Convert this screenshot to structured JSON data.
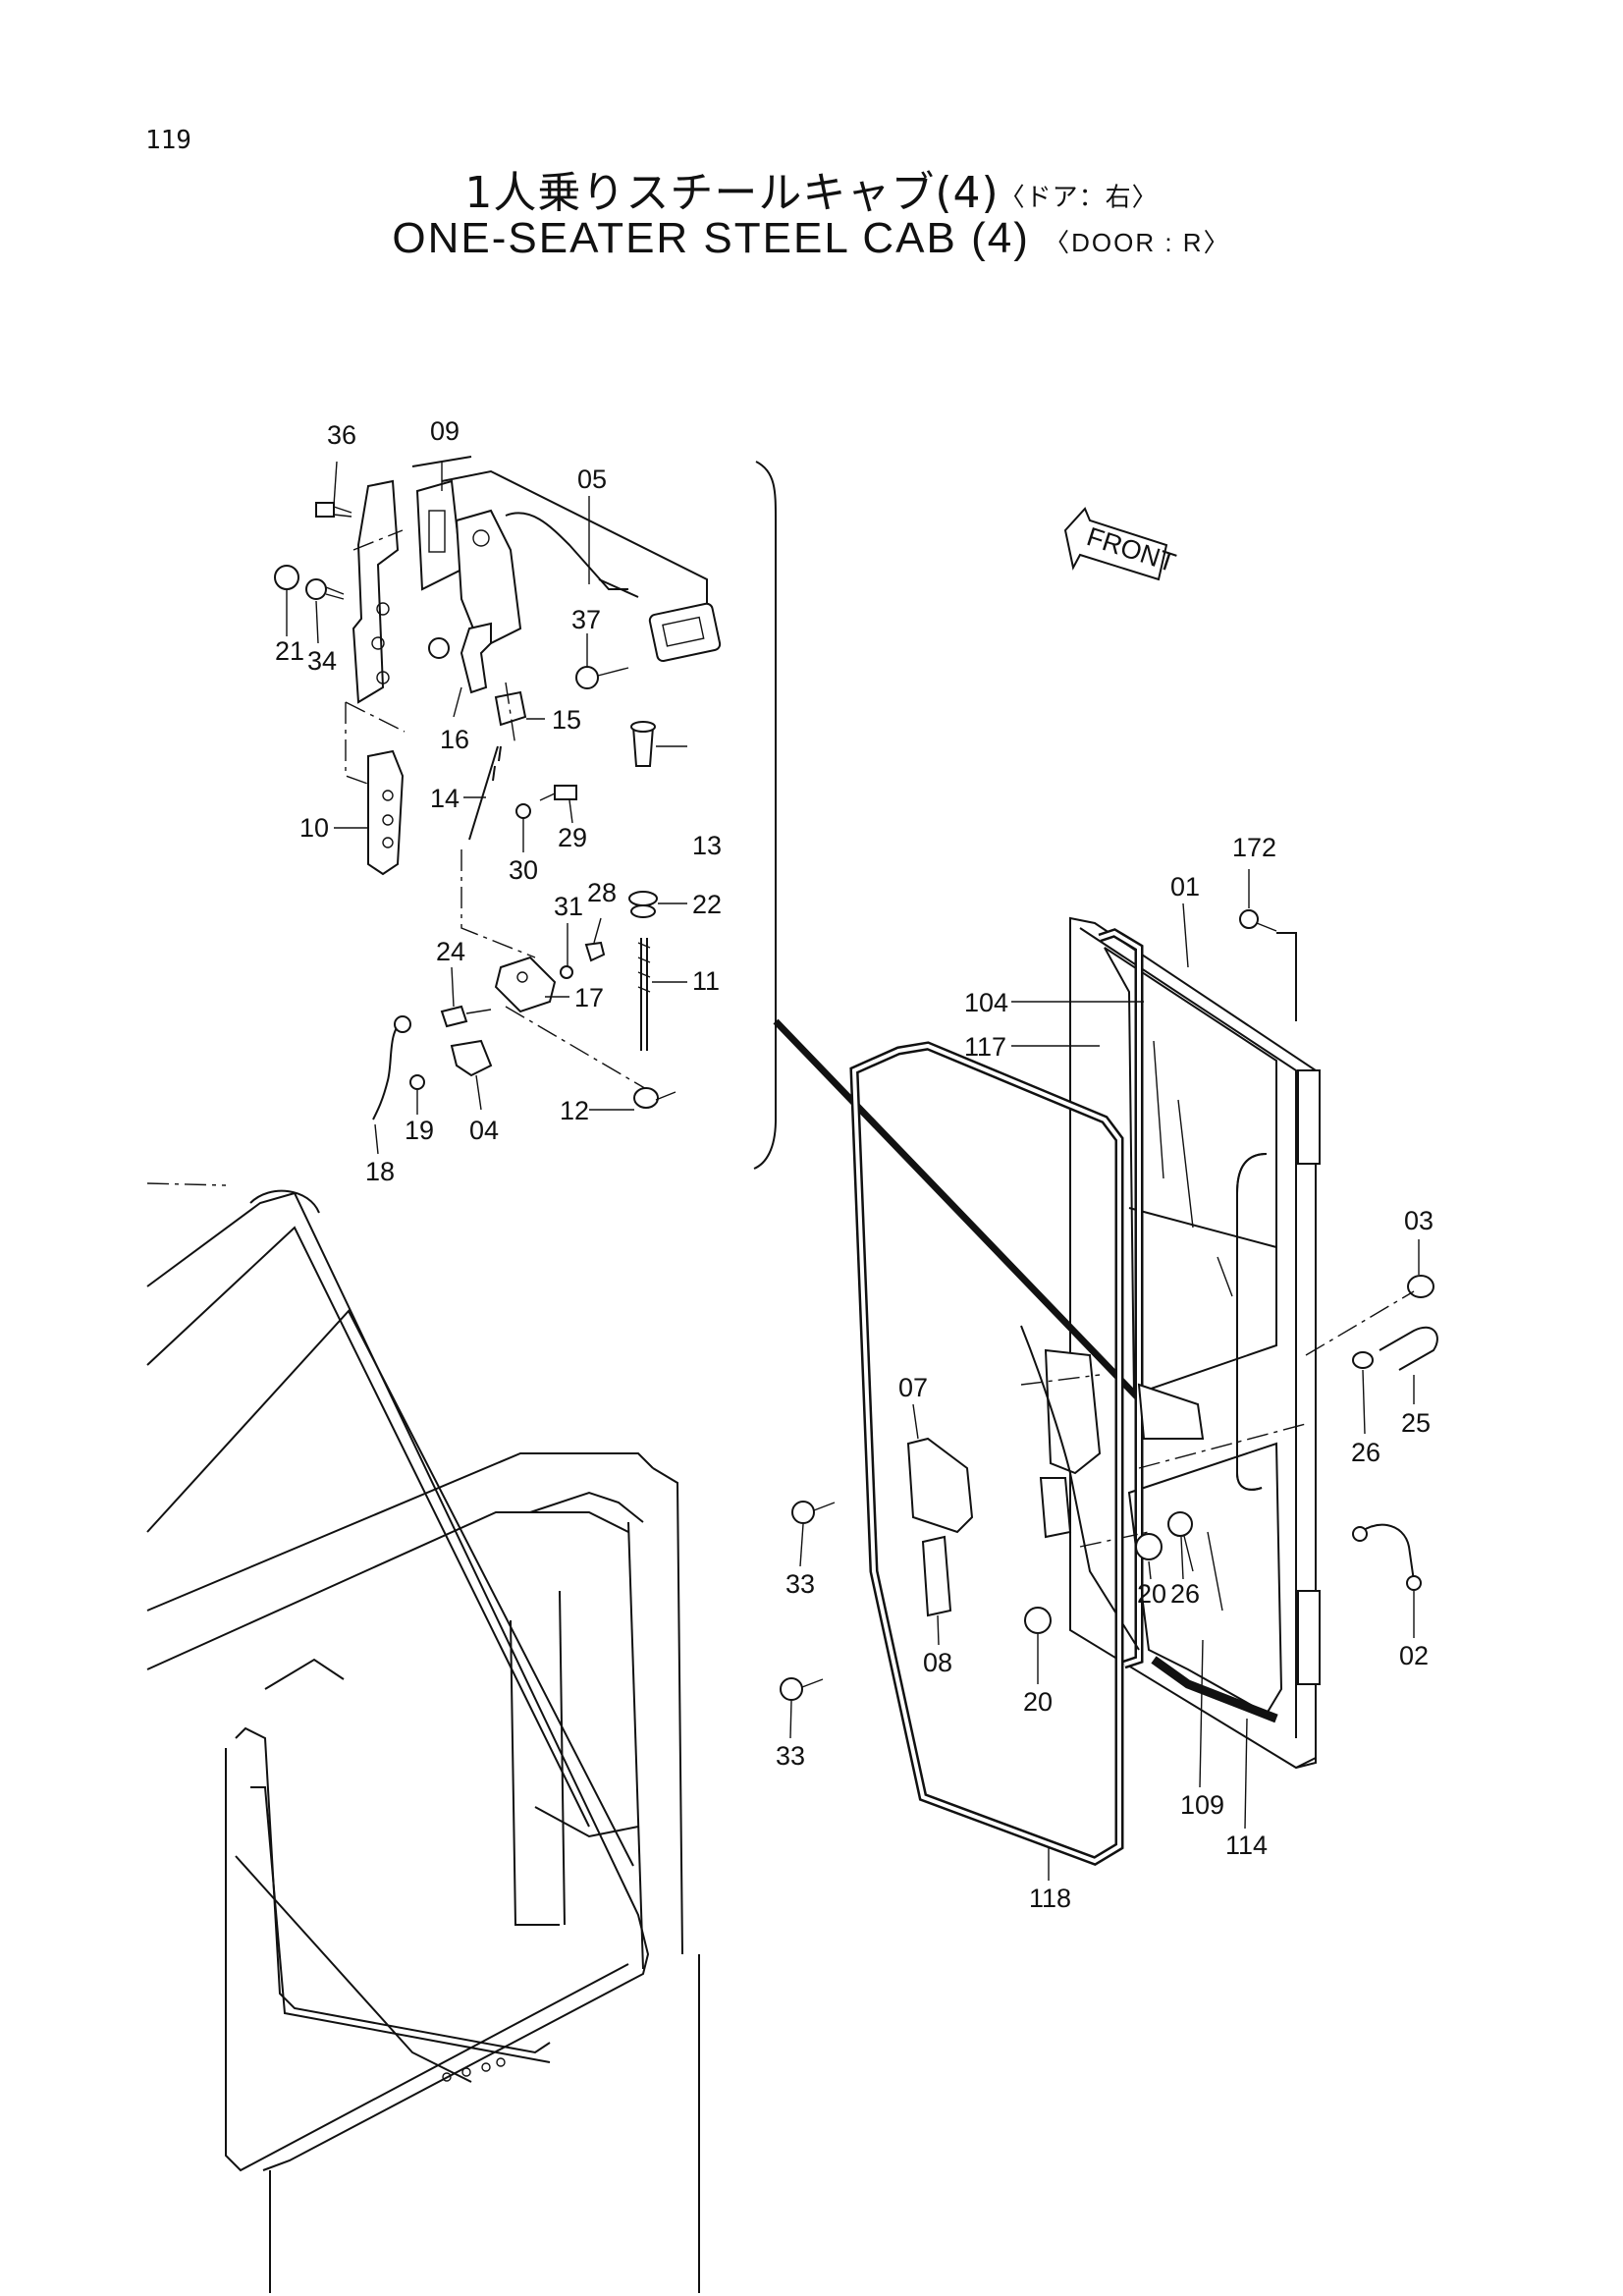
{
  "page_number": "119",
  "title_jp": "1人乗りスチールキャブ(4)",
  "title_jp_suffix": "〈ドア：右〉",
  "title_en": "ONE-SEATER STEEL CAB (4)",
  "title_en_suffix": "〈DOOR : R〉",
  "front_label": "FRONT",
  "callouts": [
    {
      "id": "c36",
      "text": "36"
    },
    {
      "id": "c09",
      "text": "09"
    },
    {
      "id": "c05",
      "text": "05"
    },
    {
      "id": "c21",
      "text": "21"
    },
    {
      "id": "c34",
      "text": "34"
    },
    {
      "id": "c37",
      "text": "37"
    },
    {
      "id": "c16",
      "text": "16"
    },
    {
      "id": "c15",
      "text": "15"
    },
    {
      "id": "c14",
      "text": "14"
    },
    {
      "id": "c10",
      "text": "10"
    },
    {
      "id": "c30",
      "text": "30"
    },
    {
      "id": "c29",
      "text": "29"
    },
    {
      "id": "c13",
      "text": "13"
    },
    {
      "id": "c22",
      "text": "22"
    },
    {
      "id": "c31",
      "text": "31"
    },
    {
      "id": "c28",
      "text": "28"
    },
    {
      "id": "c24",
      "text": "24"
    },
    {
      "id": "c11",
      "text": "11"
    },
    {
      "id": "c17",
      "text": "17"
    },
    {
      "id": "c12",
      "text": "12"
    },
    {
      "id": "c04",
      "text": "04"
    },
    {
      "id": "c19",
      "text": "19"
    },
    {
      "id": "c18",
      "text": "18"
    },
    {
      "id": "c172",
      "text": "172"
    },
    {
      "id": "c01",
      "text": "01"
    },
    {
      "id": "c104",
      "text": "104"
    },
    {
      "id": "c117",
      "text": "117"
    },
    {
      "id": "c03",
      "text": "03"
    },
    {
      "id": "c07",
      "text": "07"
    },
    {
      "id": "c26a",
      "text": "26"
    },
    {
      "id": "c25",
      "text": "25"
    },
    {
      "id": "c33a",
      "text": "33"
    },
    {
      "id": "c20a",
      "text": "20"
    },
    {
      "id": "c26b",
      "text": "26"
    },
    {
      "id": "c08",
      "text": "08"
    },
    {
      "id": "c02",
      "text": "02"
    },
    {
      "id": "c20b",
      "text": "20"
    },
    {
      "id": "c33b",
      "text": "33"
    },
    {
      "id": "c109",
      "text": "109"
    },
    {
      "id": "c114",
      "text": "114"
    },
    {
      "id": "c118",
      "text": "118"
    }
  ]
}
